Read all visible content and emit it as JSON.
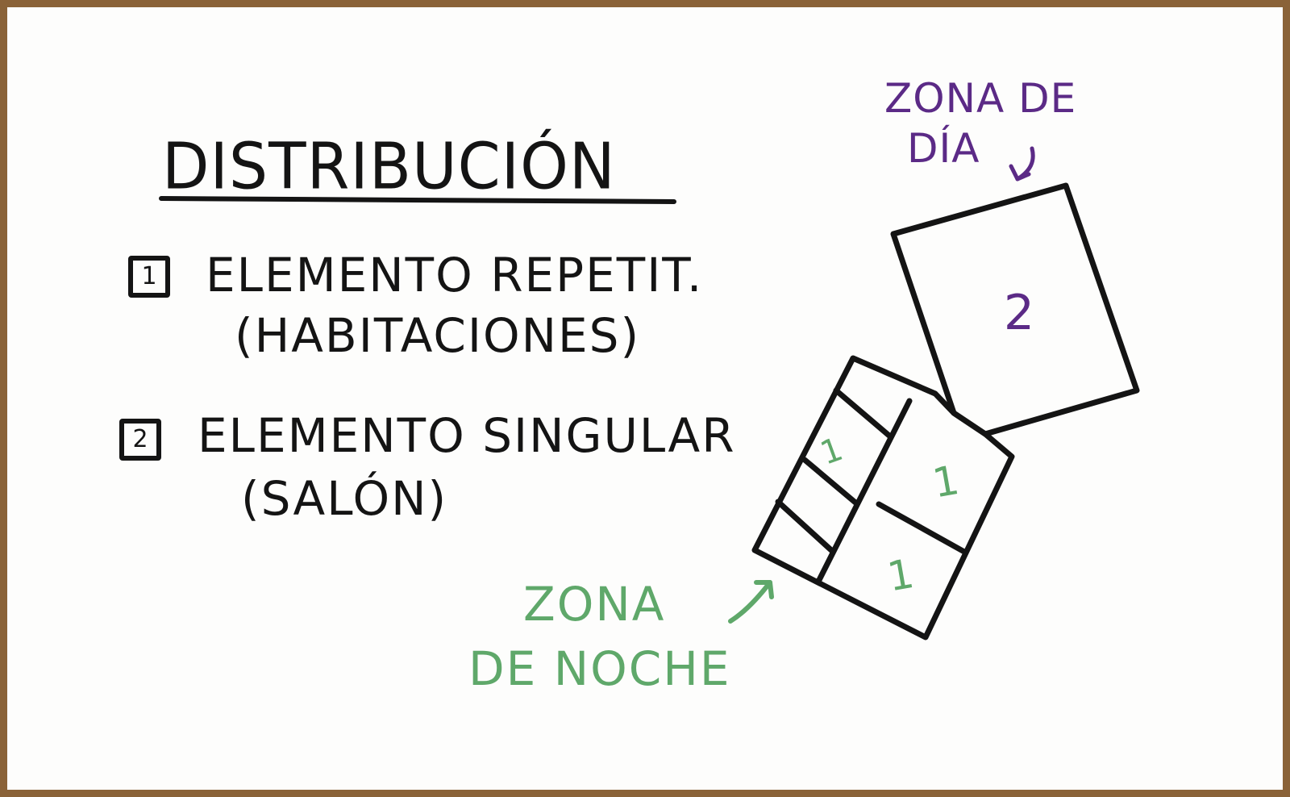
{
  "title": "DISTRIBUCIÓN",
  "items": [
    {
      "number": "1",
      "line1": "ELEMENTO REPETIT.",
      "line2": "(HABITACIONES)"
    },
    {
      "number": "2",
      "line1": "ELEMENTO SINGULAR",
      "line2": "(SALÓN)"
    }
  ],
  "zones": {
    "dia": {
      "line1": "ZONA DE",
      "line2": "DÍA",
      "color": "#5b2a86"
    },
    "noche": {
      "line1": "ZONA",
      "line2": "DE NOCHE",
      "color": "#5fa86a"
    }
  },
  "plan": {
    "singular_label": "2",
    "repeated_labels": [
      "1",
      "1",
      "1"
    ]
  },
  "colors": {
    "frame": "#8a6238",
    "ink": "#141414"
  }
}
